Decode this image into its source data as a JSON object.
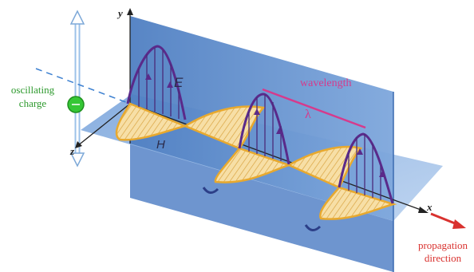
{
  "labels": {
    "oscillating_charge": "oscillating charge",
    "wavelength": "wavelength",
    "lambda": "λ",
    "electric_field": "E",
    "magnetic_field": "H",
    "axis_y": "y",
    "axis_z": "z",
    "axis_x": "x",
    "propagation_direction": "propagation direction"
  },
  "colors": {
    "vertical_plane": "#5b86c4",
    "horizontal_plane": "#8fb3e0",
    "e_field_wave": "#5a2a8a",
    "h_field_wave": "#e8b33a",
    "h_field_fill": "#f6d99a",
    "charge": "#35c735",
    "wavelength_marker": "#d63a8c",
    "propagation_arrow": "#d9322f"
  },
  "icons": {
    "charge": "green-circle-icon",
    "double_arrow": "vertical-double-arrow-icon"
  }
}
